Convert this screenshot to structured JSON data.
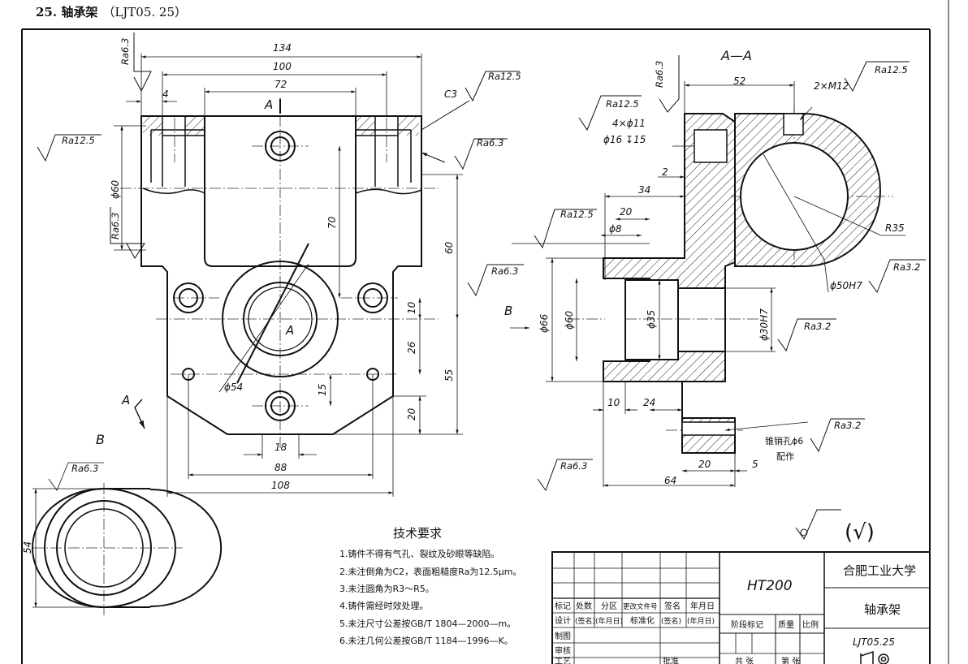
{
  "header": {
    "title": "25. 轴承架",
    "code": "（LJT05. 25）"
  },
  "front_view": {
    "dims": {
      "d134": "134",
      "d100": "100",
      "d72": "72",
      "d4": "4",
      "d70": "70",
      "d60": "60",
      "phi60": "ϕ60",
      "d10": "10",
      "d26": "26",
      "d55": "55",
      "d15": "15",
      "d20": "20",
      "d18": "18",
      "d88": "88",
      "d108": "108",
      "phi54": "ϕ54"
    },
    "roughness": {
      "r1": "Ra6.3",
      "r2": "Ra12.5",
      "r3": "Ra6.3",
      "r4": "Ra12.5",
      "r5": "Ra6.3"
    },
    "chamfer": "C3",
    "labels": {
      "a1": "A",
      "a2": "A",
      "a3": "A"
    }
  },
  "section_view": {
    "title": "A—A",
    "dims": {
      "d52": "52",
      "d2": "2",
      "d34": "34",
      "d20": "20",
      "phi8": "ϕ8",
      "phi66": "ϕ66",
      "phi60": "ϕ60",
      "phi35": "ϕ35",
      "phi30": "ϕ30H7",
      "d10": "10",
      "d24": "24",
      "d20b": "20",
      "d5": "5",
      "d64": "64",
      "r35": "R35",
      "phi50": "ϕ50H7"
    },
    "holes": {
      "h1": "4×ϕ11",
      "h2": "ϕ16 ↧15",
      "m12": "2×M12"
    },
    "roughness": {
      "r1": "Ra6.3",
      "r2": "Ra12.5",
      "r3": "Ra12.5",
      "r4": "Ra12.5",
      "r5": "Ra6.3",
      "r6": "Ra3.2",
      "r7": "Ra3.2",
      "r8": "Ra3.2",
      "r9": "Ra6.3"
    },
    "pin": "锥销孔ϕ6",
    "pin2": "配作",
    "view_b": "B"
  },
  "view_b": {
    "label": "B",
    "rough": "Ra6.3",
    "d54": "54"
  },
  "general_rough": "(√)",
  "tech": {
    "title": "技术要求",
    "items": [
      "1.铸件不得有气孔、裂纹及砂眼等缺陷。",
      "2.未注倒角为C2，表面粗糙度Ra为12.5μm。",
      "3.未注圆角为R3～R5。",
      "4.铸件需经时效处理。",
      "5.未注尺寸公差按GB/T 1804—2000—m。",
      "6.未注几何公差按GB/T 1184—1996—K。"
    ]
  },
  "title_block": {
    "material": "HT200",
    "school": "合肥工业大学",
    "part_name": "轴承架",
    "drawing_no": "LJT05.25",
    "hdr": [
      "标记",
      "处数",
      "分区",
      "更改文件号",
      "签名",
      "年月日"
    ],
    "row2": [
      "设计",
      "(签名)",
      "(年月日)",
      "标准化",
      "(签名)",
      "(年月日)"
    ],
    "left_rows": [
      "制图",
      "审核",
      "工艺"
    ],
    "approve": "批准",
    "stage": "阶段标记",
    "mass": "质量",
    "scale": "比例",
    "sheets": "共 张",
    "sheet": "第 张"
  }
}
